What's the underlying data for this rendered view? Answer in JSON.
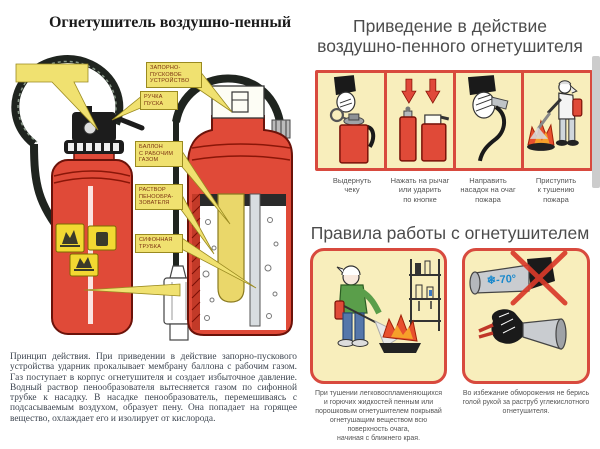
{
  "left_page": {
    "title": "Огнетушитель воздушно-пенный",
    "callouts": {
      "shutoff": "ЗАПОРНО-\nПУСКОВОЕ\nУСТРОЙСТВО",
      "trigger": "РУЧКА\nПУСКА",
      "cylinder": "БАЛЛОН\nС РАБОЧИМ\nГАЗОМ",
      "solution": "РАСТВОР\nПЕНООБРА-\nЗОВАТЕЛЯ",
      "siphon": "СИФОННАЯ\nТРУБКА"
    },
    "principle": "Принцип действия. При приведении в действие запорно-пускового устройства ударник прокалывает мембрану баллона с рабочим газом. Газ поступает в корпус огнетушителя и создает избыточное давление. Водный раствор пенообразователя вытесняется газом по сифонной трубке к насадку. В насадке пенообразователь, перемешиваясь с подсасываемым воздухом, образует пену. Она попадает на горящее вещество, охлаждает его и изолирует от кислорода."
  },
  "right_page": {
    "activation": {
      "title": "Приведение в действие\nвоздушно-пенного огнетушителя",
      "steps": [
        {
          "caption": "Выдернуть\nчеку"
        },
        {
          "caption": "Нажать на рычаг\nили ударить\nпо кнопке"
        },
        {
          "caption": "Направить\nнасадок на очаг\nпожара"
        },
        {
          "caption": "Приступить\nк тушению\nпожара"
        }
      ]
    },
    "rules": {
      "title": "Правила работы с огнетушителем",
      "panels": [
        {
          "caption": "При тушении легковоспламеняющихся\nи горючих жидкостей пенным или\nпорошковым огнетушителем покрывай\nогнетушащим веществом всю\nповерхность очага,\nначиная с ближнего края."
        },
        {
          "caption": "Во избежание обморожения не берись\nголой рукой за раструб углекислотного\nогнетушителя."
        }
      ],
      "horn_temperature_label": "❄-70°"
    }
  },
  "colors": {
    "extinguisher_red": "#e04a38",
    "panel_background": "#f8eebc",
    "panel_border_red": "#d84a3e",
    "callout_yellow": "#f0e170",
    "hose_black": "#1a1a1a",
    "horn_label_blue": "#1888cc",
    "caption_gray": "#555555"
  }
}
